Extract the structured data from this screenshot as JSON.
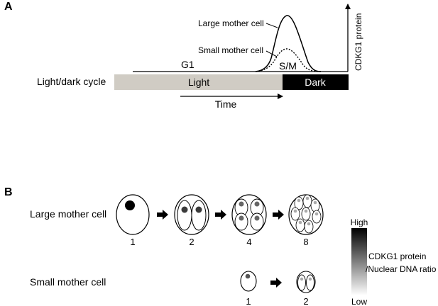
{
  "panelA": {
    "letter": "A",
    "curve_large_label": "Large mother cell",
    "curve_small_label": "Small mother cell",
    "g1_label": "G1",
    "sm_label": "S/M",
    "y_axis_label": "CDKG1 protein",
    "cycle_label": "Light/dark cycle",
    "light_label": "Light",
    "dark_label": "Dark",
    "time_label": "Time",
    "colors": {
      "light_bar": "#d0ccc4",
      "dark_bar": "#000000"
    }
  },
  "panelB": {
    "letter": "B",
    "large_row_label": "Large mother cell",
    "small_row_label": "Small mother cell",
    "large_counts": [
      "1",
      "2",
      "4",
      "8"
    ],
    "small_counts": [
      "1",
      "2"
    ],
    "scale_high": "High",
    "scale_low": "Low",
    "scale_label_line1": "CDKG1 protein",
    "scale_label_line2": "/Nuclear DNA ratio"
  }
}
